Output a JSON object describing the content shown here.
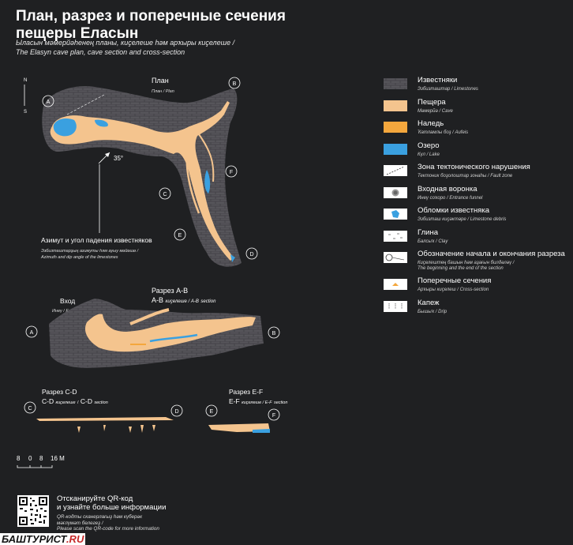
{
  "header": {
    "title_line1": "План, разрез и поперечные сечения",
    "title_line2": "пещеры Еласын",
    "subtitle_line1": "Ыласын мәмерйәһенең планы, киҫелеше һәм арҡыры киҫелеше /",
    "subtitle_line2": "The Elasyn cave plan, cave section and cross-section"
  },
  "plan": {
    "title": "План",
    "subtitle": "План / Plan",
    "compass_n": "N",
    "compass_s": "S",
    "dip_value": "35°",
    "azimuth_label": "Азимут и угол падения известняков",
    "azimuth_sub1": "Эзбизташтарҙың азимуты һәм ауыу мөйөшө /",
    "azimuth_sub2": "Azimuth and dip angle of the limestones",
    "markers": [
      "A",
      "B",
      "C",
      "D",
      "E",
      "F"
    ]
  },
  "section_ab": {
    "title": "Разрез А-В",
    "subtitle_main": "А-В",
    "subtitle_rest": "киҫелеше / А-В",
    "subtitle_tail": "section",
    "entrance": "Вход",
    "entrance_sub": "Инеү / Entrance",
    "markers": [
      "A",
      "B"
    ]
  },
  "section_cd": {
    "title": "Разрез С-D",
    "subtitle_main": "С-D",
    "subtitle_rest": "киҫелеше",
    "subtitle_sep": "/",
    "subtitle_end": "С-D",
    "subtitle_tail": "section",
    "markers": [
      "C",
      "D"
    ]
  },
  "section_ef": {
    "title": "Разрез Е-F",
    "subtitle_main": "Е-F",
    "subtitle_rest": "киҫелеше / Е-F",
    "subtitle_tail": "section",
    "markers": [
      "E",
      "F"
    ]
  },
  "scale": {
    "labels": [
      "8",
      "0",
      "8",
      "16 М"
    ]
  },
  "legend": [
    {
      "name": "Известняки",
      "sub": "Эзбизташтар / Limestones",
      "icon": "limestone-swatch"
    },
    {
      "name": "Пещера",
      "sub": "Мәмерйә / Cave",
      "icon": "cave-swatch"
    },
    {
      "name": "Наледь",
      "sub": "Ҡатламлы боҙ / Aufeis",
      "icon": "aufeis-swatch"
    },
    {
      "name": "Озеро",
      "sub": "Күл / Lake",
      "icon": "lake-swatch"
    },
    {
      "name": "Зона тектонического нарушения",
      "sub": "Тектоник боҙолоштар зонаһы / Fault zone",
      "icon": "fault-icon"
    },
    {
      "name": "Входная воронка",
      "sub": "Инеү соҡоро / Entrance funnel",
      "icon": "funnel-icon"
    },
    {
      "name": "Обломки известняка",
      "sub": "Эзбизташ киҫәктәре / Limestone debris",
      "icon": "debris-icon"
    },
    {
      "name": "Глина",
      "sub": "Балсыҡ / Clay",
      "icon": "clay-icon"
    },
    {
      "name": "Обозначение начала и окончания разреза",
      "sub": "Киҫелештең башын һәм аҙағын билдәләү /",
      "sub2": "The beginning and the end of the section",
      "icon": "section-marker-icon"
    },
    {
      "name": "Поперечные сечения",
      "sub": "Арҡыры киҫелеш / Cross-section",
      "icon": "cross-section-icon"
    },
    {
      "name": "Капеж",
      "sub": "Бышыҡ / Drip",
      "icon": "drip-icon"
    }
  ],
  "qr": {
    "line1": "Отсканируйте QR-код",
    "line2": "и узнайте больше информации",
    "sub1": "QR-кодты сканерлағыҙ һәм күберәк",
    "sub2": "мәғлүмәт белегеҙ /",
    "sub3": "Please scan the QR-code for more information"
  },
  "footer": {
    "brand_main": "БАШТУРИСТ",
    "brand_accent": ".RU"
  },
  "colors": {
    "background": "#1f2022",
    "limestone": "#56555a",
    "cave": "#f4c48e",
    "aufeis": "#f4a73d",
    "lake": "#3aa0e0"
  }
}
